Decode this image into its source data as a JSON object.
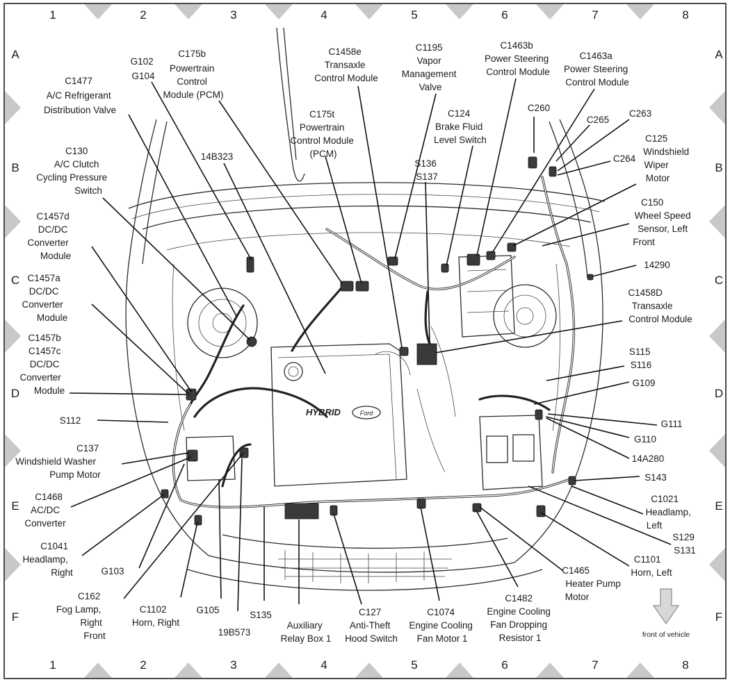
{
  "grid": {
    "columns": [
      "1",
      "2",
      "3",
      "4",
      "5",
      "6",
      "7",
      "8"
    ],
    "rows": [
      "A",
      "B",
      "C",
      "D",
      "E",
      "F"
    ]
  },
  "labels": {
    "c1477": [
      "C1477",
      "A/C Refrigerant",
      "Distribution Valve"
    ],
    "g102": [
      "G102",
      "G104"
    ],
    "c175b": [
      "C175b",
      "Powertrain",
      "Control",
      "Module (PCM)"
    ],
    "c1458e": [
      "C1458e",
      "Transaxle",
      "Control Module"
    ],
    "c1195": [
      "C1195",
      "Vapor",
      "Management",
      "Valve"
    ],
    "c1463b": [
      "C1463b",
      "Power Steering",
      "Control Module"
    ],
    "c1463a": [
      "C1463a",
      "Power Steering",
      "Control Module"
    ],
    "c175t": [
      "C175t",
      "Powertrain",
      "Control Module",
      "(PCM)"
    ],
    "c124": [
      "C124",
      "Brake Fluid",
      "Level Switch"
    ],
    "c260": [
      "C260"
    ],
    "c265": [
      "C265"
    ],
    "c263": [
      "C263"
    ],
    "c130": [
      "C130",
      "A/C Clutch",
      "Cycling Pressure",
      "Switch"
    ],
    "n14b323": [
      "14B323"
    ],
    "s136": [
      "S136",
      "S137"
    ],
    "c125": [
      "C125",
      "Windshield",
      "Wiper",
      "Motor"
    ],
    "c264": [
      "C264"
    ],
    "c1457d": [
      "C1457d",
      "DC/DC",
      "Converter",
      "Module"
    ],
    "c150": [
      "C150",
      "Wheel Speed",
      "Sensor, Left",
      "Front"
    ],
    "n14290": [
      "14290"
    ],
    "c1457a": [
      "C1457a",
      "DC/DC",
      "Converter",
      "Module"
    ],
    "c1458d": [
      "C1458D",
      "Transaxle",
      "Control Module"
    ],
    "c1457b": [
      "C1457b",
      "C1457c",
      "DC/DC",
      "Converter",
      "Module"
    ],
    "s115": [
      "S115",
      "S116"
    ],
    "g109": [
      "G109"
    ],
    "s112": [
      "S112"
    ],
    "g111": [
      "G111"
    ],
    "c137": [
      "C137",
      "Windshield Washer",
      "Pump Motor"
    ],
    "g110": [
      "G110"
    ],
    "n14a280": [
      "14A280"
    ],
    "s143": [
      "S143"
    ],
    "c1468": [
      "C1468",
      "AC/DC",
      "Converter"
    ],
    "c1021": [
      "C1021",
      "Headlamp,",
      "Left"
    ],
    "s129": [
      "S129",
      "S131"
    ],
    "c1041": [
      "C1041",
      "Headlamp,",
      "Right"
    ],
    "c1101": [
      "C1101",
      "Horn, Left"
    ],
    "g103": [
      "G103"
    ],
    "c1465": [
      "C1465",
      "Heater Pump",
      "Motor"
    ],
    "c162": [
      "C162",
      "Fog Lamp,",
      "Right",
      "Front"
    ],
    "c1102": [
      "C1102",
      "Horn, Right"
    ],
    "g105": [
      "G105"
    ],
    "s135": [
      "S135"
    ],
    "n19b573": [
      "19B573"
    ],
    "aux": [
      "Auxiliary",
      "Relay Box 1"
    ],
    "c127": [
      "C127",
      "Anti-Theft",
      "Hood Switch"
    ],
    "c1074": [
      "C1074",
      "Engine Cooling",
      "Fan Motor 1"
    ],
    "c1482": [
      "C1482",
      "Engine Cooling",
      "Fan Dropping",
      "Resistor 1"
    ]
  },
  "front_of_vehicle": "front of vehicle",
  "cover_text": {
    "hybrid": "HYBRID",
    "ford": "Ford"
  },
  "icons": [
    "front-arrow-icon"
  ]
}
